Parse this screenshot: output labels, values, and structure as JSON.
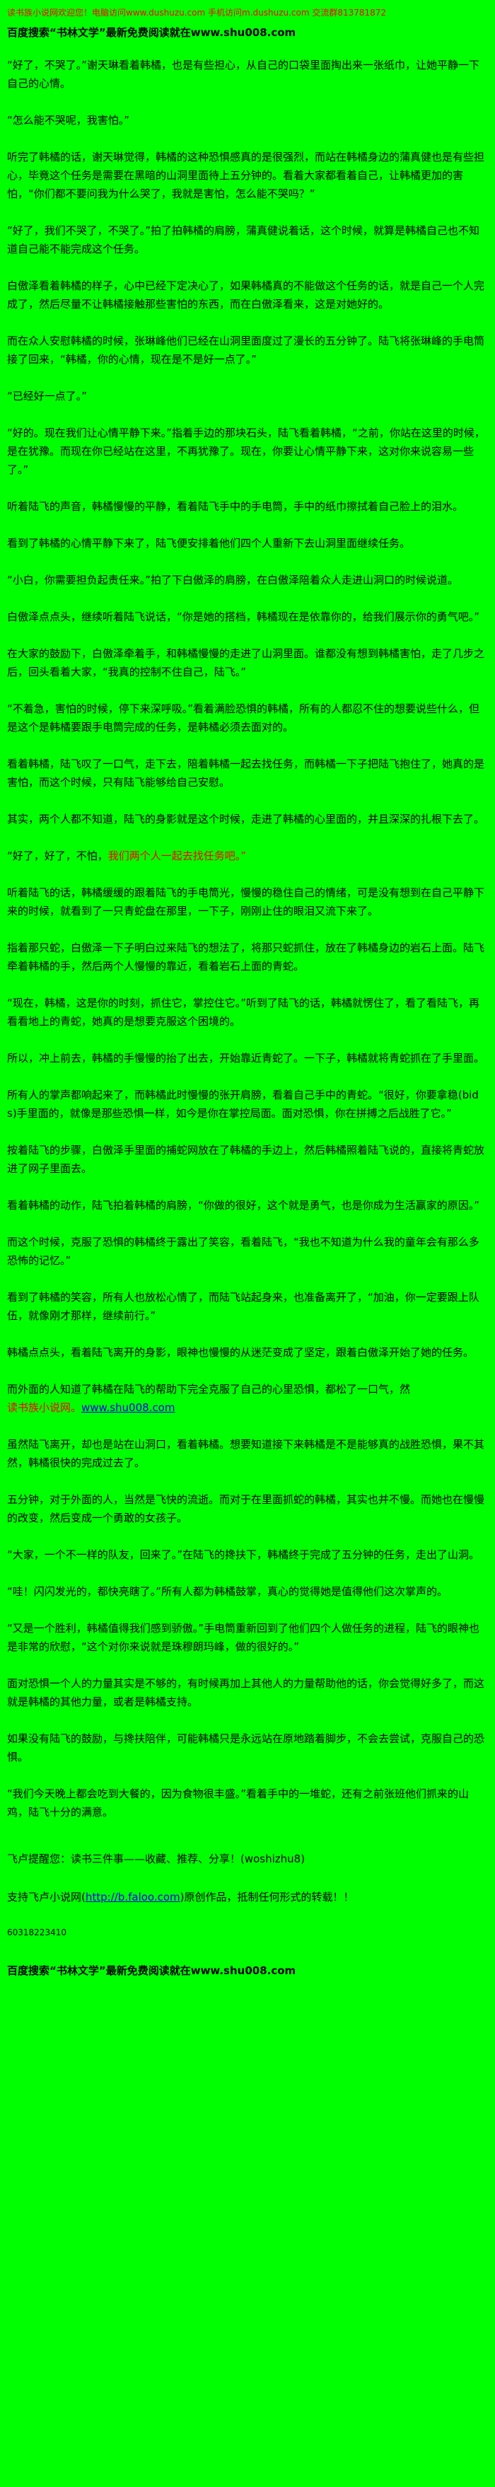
{
  "colors": {
    "background": "#00ff00",
    "text": "#000000",
    "notice": "#ff0000",
    "link": "#0000ee"
  },
  "header": {
    "welcome_line": "读书族小说网欢迎您！电脑访问www.dushuzu.com 手机访问m.dushuzu.com 交流群813781872",
    "search_line": "百度搜索“书林文学”最新免费阅读就在www.shu008.com"
  },
  "blocks": [
    {
      "type": "p",
      "text": "“好了，不哭了。”谢天琳看着韩橘，也是有些担心，从自己的口袋里面掏出来一张纸巾，让她平静一下自己的心情。"
    },
    {
      "type": "p",
      "text": "“怎么能不哭呢，我害怕。”"
    },
    {
      "type": "p",
      "text": "听完了韩橘的话，谢天琳觉得，韩橘的这种恐惧感真的是很强烈，而站在韩橘身边的蒲真健也是有些担心，毕竟这个任务是需要在黑暗的山洞里面待上五分钟的。看着大家都看着自己，让韩橘更加的害怕，“你们都不要问我为什么哭了，我就是害怕，怎么能不哭吗？”"
    },
    {
      "type": "p",
      "text": "“好了，我们不哭了，不哭了。”拍了拍韩橘的肩膀，蒲真健说着话，这个时候，就算是韩橘自己也不知道自己能不能完成这个任务。"
    },
    {
      "type": "p",
      "text": "白傲泽看着韩橘的样子，心中已经下定决心了，如果韩橘真的不能做这个任务的话，就是自己一个人完成了，然后尽量不让韩橘接触那些害怕的东西，而在白傲泽看来，这是对她好的。"
    },
    {
      "type": "p",
      "text": "而在众人安慰韩橘的时候，张琳峰他们已经在山洞里面度过了漫长的五分钟了。陆飞将张琳峰的手电筒接了回来，“韩橘，你的心情，现在是不是好一点了。”"
    },
    {
      "type": "p",
      "text": "“已经好一点了。”"
    },
    {
      "type": "p",
      "text": "“好的。现在我们让心情平静下来。”指着手边的那块石头，陆飞看着韩橘，“之前，你站在这里的时候，是在犹豫。而现在你已经站在这里，不再犹豫了。现在，你要让心情平静下来，这对你来说容易一些了。”"
    },
    {
      "type": "p",
      "text": "听着陆飞的声音，韩橘慢慢的平静，看着陆飞手中的手电筒，手中的纸巾擦拭着自己脸上的泪水。"
    },
    {
      "type": "p",
      "text": "看到了韩橘的心情平静下来了，陆飞便安排着他们四个人重新下去山洞里面继续任务。"
    },
    {
      "type": "p",
      "text": "“小白，你需要担负起责任来。”拍了下白傲泽的肩膀，在白傲泽陪着众人走进山洞口的时候说道。"
    },
    {
      "type": "p",
      "text": "白傲泽点点头，继续听着陆飞说话，“你是她的搭档，韩橘现在是依靠你的，给我们展示你的勇气吧。”"
    },
    {
      "type": "p",
      "text": "在大家的鼓励下，白傲泽牵着手，和韩橘慢慢的走进了山洞里面。谁都没有想到韩橘害怕，走了几步之后，回头看着大家，“我真的控制不住自己，陆飞。”"
    },
    {
      "type": "p",
      "text": "“不着急，害怕的时候，停下来深呼吸。”看着满脸恐惧的韩橘，所有的人都忍不住的想要说些什么，但是这个是韩橘要跟手电筒完成的任务，是韩橘必须去面对的。"
    },
    {
      "type": "p",
      "text": "看着韩橘，陆飞叹了一口气，走下去，陪着韩橘一起去找任务，而韩橘一下子把陆飞抱住了，她真的是害怕，而这个时候，只有陆飞能够给自己安慰。"
    },
    {
      "type": "p",
      "text": "其实，两个人都不知道，陆飞的身影就是这个时候，走进了韩橘的心里面的，并且深深的扎根下去了。"
    },
    {
      "type": "p",
      "text": "“好了，好了，不怕，",
      "red": "我们两个人一起去找任务吧。”"
    },
    {
      "type": "p",
      "text": "听着陆飞的话，韩橘缓缓的跟着陆飞的手电筒光，慢慢的稳住自己的情绪，可是没有想到在自己平静下来的时候，就看到了一只青蛇盘在那里，一下子，刚刚止住的眼泪又流下来了。"
    },
    {
      "type": "p",
      "text": "指着那只蛇，白傲泽一下子明白过来陆飞的想法了，将那只蛇抓住，放在了韩橘身边的岩石上面。陆飞牵着韩橘的手，然后两个人慢慢的靠近，看着岩石上面的青蛇。"
    },
    {
      "type": "p",
      "text": "“现在，韩橘，这是你的时刻，抓住它，掌控住它。”听到了陆飞的话，韩橘就愣住了，看了看陆飞，再看看地上的青蛇，她真的是想要克服这个困境的。"
    },
    {
      "type": "p",
      "text": "所以，冲上前去，韩橘的手慢慢的抬了出去，开始靠近青蛇了。一下子，韩橘就将青蛇抓在了手里面。"
    },
    {
      "type": "p",
      "text": "所有人的掌声都响起来了，而韩橘此时慢慢的张开肩膀，看着自己手中的青蛇。“很好，你要拿稳(bids)手里面的，就像是那些恐惧一样，如今是你在掌控局面。面对恐惧，你在拼搏之后战胜了它。”"
    },
    {
      "type": "p",
      "text": "按着陆飞的步骤，白傲泽手里面的捕蛇网放在了韩橘的手边上，然后韩橘照着陆飞说的，直接将青蛇放进了网子里面去。"
    },
    {
      "type": "p",
      "text": "看着韩橘的动作，陆飞拍着韩橘的肩膀，“你做的很好，这个就是勇气，也是你成为生活赢家的原因。”"
    },
    {
      "type": "p",
      "text": "而这个时候，克服了恐惧的韩橘终于露出了笑容，看着陆飞，“我也不知道为什么我的童年会有那么多恐怖的记忆。”"
    },
    {
      "type": "p",
      "text": "看到了韩橘的笑容，所有人也放松心情了，而陆飞站起身来，也准备离开了，“加油，你一定要跟上队伍，就像刚才那样，继续前行。”"
    },
    {
      "type": "p",
      "text": "韩橘点点头，看着陆飞离开的身影，眼神也慢慢的从迷茫变成了坚定，跟着白傲泽开始了她的任务。"
    },
    {
      "type": "p",
      "tight": true,
      "text": "而外面的人知道了韩橘在陆飞的帮助下完全克服了自己的心里恐惧，都松了一口气，然"
    },
    {
      "type": "ad",
      "site": "读书族小说网。",
      "url": "www.shu008.com"
    },
    {
      "type": "p",
      "text": "虽然陆飞离开，却也是站在山洞口，看着韩橘。想要知道接下来韩橘是不是能够真的战胜恐惧，果不其然，韩橘很快的完成过去了。"
    },
    {
      "type": "p",
      "text": "五分钟，对于外面的人，当然是飞快的流逝。而对于在里面抓蛇的韩橘，其实也并不慢。而她也在慢慢的改变，然后变成一个勇敢的女孩子。"
    },
    {
      "type": "p",
      "text": "“大家，一个不一样的队友，回来了。”在陆飞的搀扶下，韩橘终于完成了五分钟的任务，走出了山洞。"
    },
    {
      "type": "p",
      "text": "“哇！闪闪发光的，都快亮瞎了。”所有人都为韩橘鼓掌，真心的觉得她是值得他们这次掌声的。"
    },
    {
      "type": "p",
      "text": "“又是一个胜利，韩橘值得我们感到骄傲。”手电筒重新回到了他们四个人做任务的进程，陆飞的眼神也是非常的欣慰，“这个对你来说就是珠穆朗玛峰，做的很好的。”"
    },
    {
      "type": "p",
      "text": "面对恐惧一个人的力量其实是不够的，有时候再加上其他人的力量帮助他的话，你会觉得好多了，而这就是韩橘的其他力量，或者是韩橘支持。"
    },
    {
      "type": "p",
      "text": "如果没有陆飞的鼓励，与搀扶陪伴，可能韩橘只是永远站在原地踏着脚步，不会去尝试，克服自己的恐惧。"
    },
    {
      "type": "p",
      "text": "“我们今天晚上都会吃到大餐的，因为食物很丰盛。”看着手中的一堆蛇，还有之前张班他们抓来的山鸡，陆飞十分的满意。"
    }
  ],
  "footer": {
    "reminder": "飞卢提醒您：读书三件事——收藏、推荐、分享！(woshizhu8)",
    "support_prefix": "支持飞卢小说网(",
    "support_url": "http://b.faloo.com",
    "support_suffix": ")原创作品，抵制任何形式的转载！！",
    "code": "60318223410",
    "search_line": "百度搜索“书林文学”最新免费阅读就在www.shu008.com"
  }
}
